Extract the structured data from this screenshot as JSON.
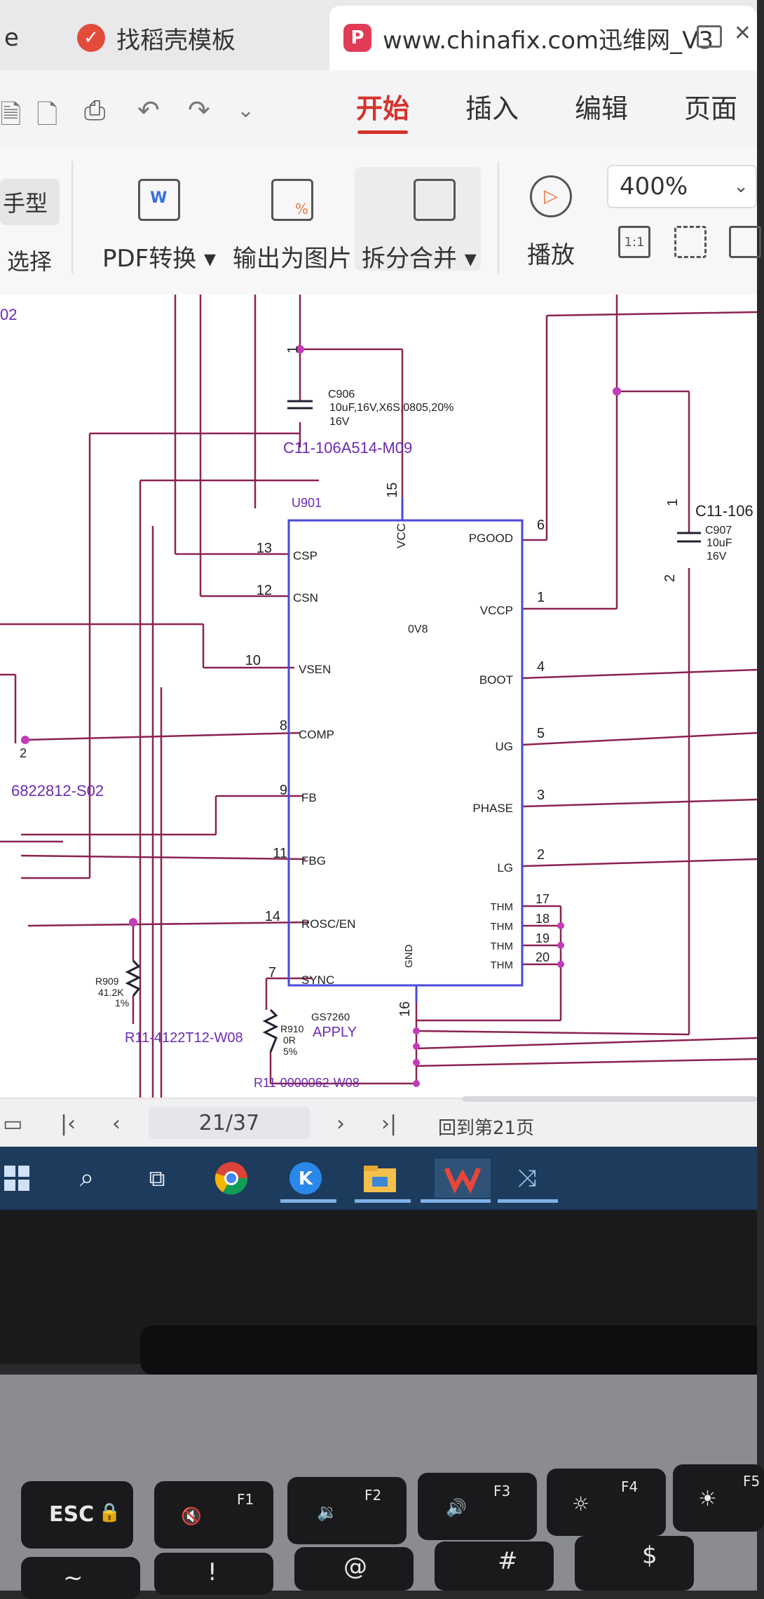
{
  "browser": {
    "left_tab_fragment": "e",
    "doc_tab_title": "找稻壳模板",
    "web_tab_title": "www.chinafix.com迅维网_V3"
  },
  "menu": {
    "items": [
      "开始",
      "插入",
      "编辑",
      "页面"
    ],
    "active": "开始"
  },
  "ribbon": {
    "hand": "手型",
    "select": "选择",
    "pdf_convert": "PDF转换",
    "export_image": "输出为图片",
    "split_merge": "拆分合并",
    "play": "播放",
    "zoom": "400%",
    "actual_size": "1:1"
  },
  "schematic": {
    "top_left_fragment": "02",
    "c906": {
      "ref": "C906",
      "value": "10uF,16V,X6S,0805,20%",
      "voltage": "16V",
      "part": "C11-106A514-M09"
    },
    "c907": {
      "ref": "C907",
      "value": "10uF",
      "voltage": "16V",
      "part": "C11-106"
    },
    "u901": {
      "ref": "U901",
      "label": "0V8",
      "chip": "GS7260",
      "apply": "APPLY"
    },
    "left_pins": [
      {
        "num": "13",
        "name": "CSP"
      },
      {
        "num": "12",
        "name": "CSN"
      },
      {
        "num": "10",
        "name": "VSEN"
      },
      {
        "num": "8",
        "name": "COMP"
      },
      {
        "num": "9",
        "name": "FB"
      },
      {
        "num": "11",
        "name": "FBG"
      },
      {
        "num": "14",
        "name": "ROSC/EN"
      },
      {
        "num": "7",
        "name": "SYNC"
      }
    ],
    "right_pins": [
      {
        "num": "6",
        "name": "PGOOD"
      },
      {
        "num": "1",
        "name": "VCCP"
      },
      {
        "num": "4",
        "name": "BOOT"
      },
      {
        "num": "5",
        "name": "UG"
      },
      {
        "num": "3",
        "name": "PHASE"
      },
      {
        "num": "2",
        "name": "LG"
      }
    ],
    "thm_pins": [
      {
        "num": "17",
        "name": "THM"
      },
      {
        "num": "18",
        "name": "THM"
      },
      {
        "num": "19",
        "name": "THM"
      },
      {
        "num": "20",
        "name": "THM"
      }
    ],
    "top_pin": {
      "num": "15",
      "name": "VCC"
    },
    "bottom_pin": {
      "num": "16",
      "name": "GND"
    },
    "left_part": "6822812-S02",
    "left_pin2": "2",
    "r909": {
      "ref": "R909",
      "value": "41.2K",
      "tol": "1%",
      "part": "R11-4122T12-W08"
    },
    "r910": {
      "ref": "R910",
      "value": "0R",
      "tol": "5%",
      "part": "R11-0000062-W08"
    },
    "cap_pins": {
      "c906_pin1": "1",
      "c907_pin1": "1",
      "c907_pin2": "2"
    }
  },
  "pager": {
    "page": "21/37",
    "back_to": "回到第21页"
  },
  "keyboard": {
    "esc": "ESC",
    "f1": "F1",
    "f2": "F2",
    "f3": "F3",
    "f4": "F4",
    "f5": "F5",
    "row2": [
      "~",
      "!",
      "@",
      "#",
      "$"
    ]
  }
}
